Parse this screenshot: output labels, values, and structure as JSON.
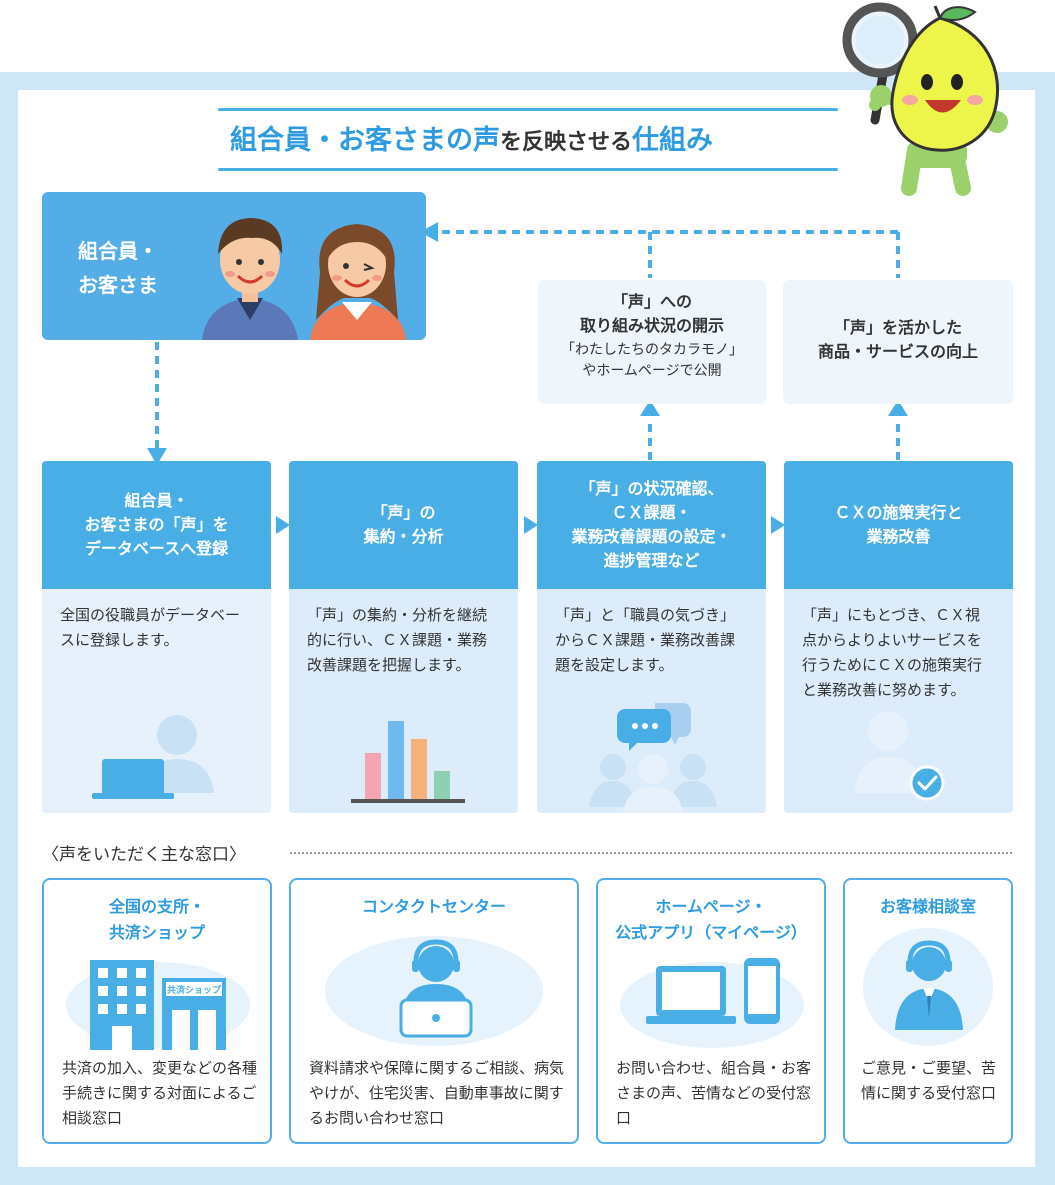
{
  "title": {
    "part1": "組合員・お客さまの声",
    "part2": "を反映させる",
    "part3": "仕組み"
  },
  "customers": {
    "label": "組合員・\nお客さま"
  },
  "upper_boxes": [
    {
      "heading": "「声」への\n取り組み状況の開示",
      "sub": "「わたしたちのタカラモノ」\nやホームページで公開"
    },
    {
      "heading": "「声」を活かした\n商品・サービスの向上",
      "sub": ""
    }
  ],
  "steps": [
    {
      "heading": "組合員・\nお客さまの「声」を\nデータベースへ登録",
      "body": "全国の役職員がデータベースに登録します。",
      "icon": "laptop-user-icon"
    },
    {
      "heading": "「声」の\n集約・分析",
      "body": "「声」の集約・分析を継続的に行い、ＣＸ課題・業務改善課題を把握します。",
      "icon": "bar-chart-icon"
    },
    {
      "heading": "「声」の状況確認、\nＣＸ課題・\n業務改善課題の設定・\n進捗管理など",
      "body": "「声」と「職員の気づき」からＣＸ課題・業務改善課題を設定します。",
      "icon": "discussion-group-icon"
    },
    {
      "heading": "ＣＸの施策実行と\n業務改善",
      "body": "「声」にもとづき、ＣＸ視点からよりよいサービスを行うためにＣＸの施策実行と業務改善に努めます。",
      "icon": "user-check-icon"
    }
  ],
  "windows_section": {
    "label": "〈声をいただく主な窓口〉"
  },
  "windows": [
    {
      "title": "全国の支所・\n共済ショップ",
      "desc": "共済の加入、変更などの各種手続きに関する対面によるご相談窓口",
      "sign": "共済ショップ",
      "icon": "building-shop-icon"
    },
    {
      "title": "コンタクトセンター",
      "desc": "資料請求や保障に関するご相談、病気やけが、住宅災害、自動車事故に関するお問い合わせ窓口",
      "icon": "operator-icon"
    },
    {
      "title": "ホームページ・\n公式アプリ（マイページ）",
      "desc": "お問い合わせ、組合員・お客さまの声、苦情などの受付窓口",
      "icon": "laptop-phone-icon"
    },
    {
      "title": "お客様相談室",
      "desc": "ご意見・ご要望、苦情に関する受付窓口",
      "icon": "support-agent-icon"
    }
  ],
  "colors": {
    "primary": "#4aaee6",
    "title_blue": "#2e9be0",
    "frame": "#cfe6f7",
    "light_box": "#eef5fb",
    "mascot": "#eef54a",
    "bar_pink": "#f4a6b0",
    "bar_blue": "#6fb9ec",
    "bar_orange": "#f5b27a",
    "bar_green": "#8fd0b4"
  },
  "mascot": {
    "icon": "lemon-mascot-magnifier-icon"
  }
}
